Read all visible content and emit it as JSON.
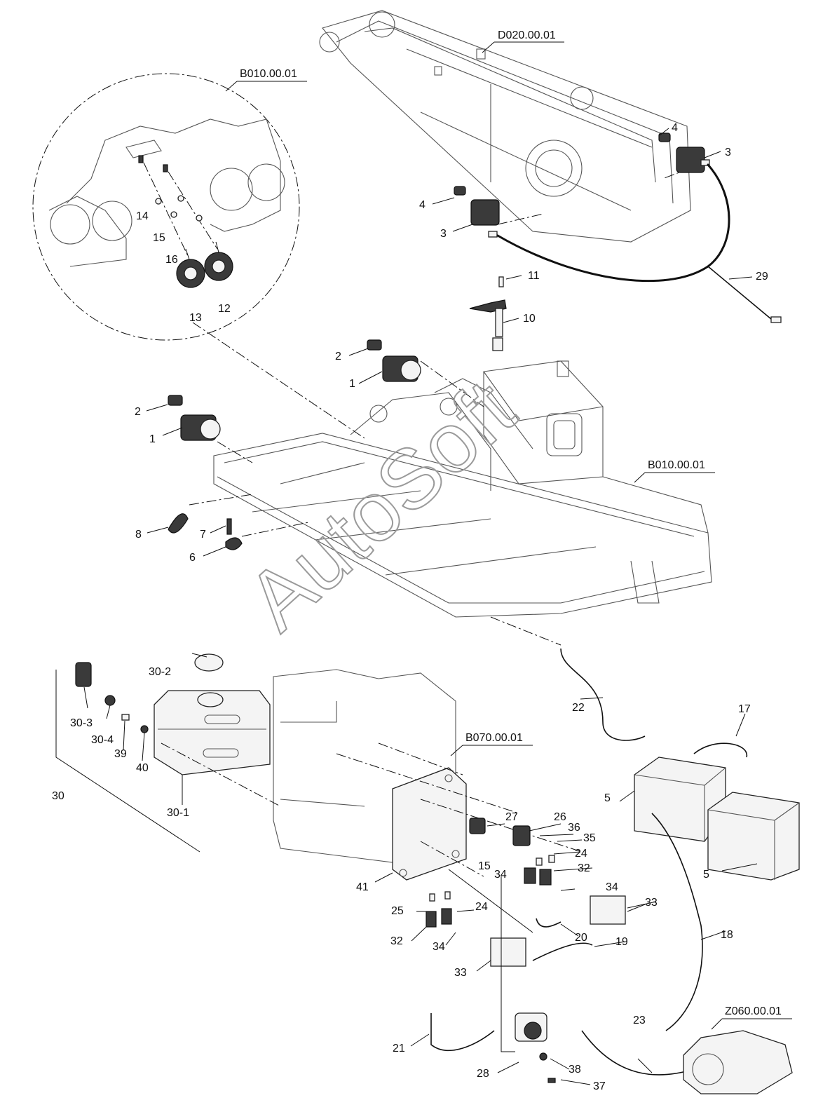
{
  "refs": {
    "d020": "D020.00.01",
    "b010_top": "B010.00.01",
    "b010_mid": "B010.00.01",
    "b070": "B070.00.01",
    "z060": "Z060.00.01"
  },
  "watermark": "AutoSoft",
  "callouts": [
    "1",
    "1",
    "2",
    "2",
    "3",
    "3",
    "4",
    "4",
    "5",
    "5",
    "6",
    "7",
    "8",
    "10",
    "11",
    "12",
    "13",
    "14",
    "15",
    "15",
    "16",
    "17",
    "18",
    "19",
    "20",
    "21",
    "22",
    "23",
    "24",
    "24",
    "25",
    "26",
    "27",
    "28",
    "29",
    "30",
    "30-1",
    "30-2",
    "30-3",
    "30-4",
    "32",
    "32",
    "33",
    "33",
    "34",
    "34",
    "34",
    "35",
    "36",
    "37",
    "38",
    "39",
    "40",
    "41"
  ]
}
